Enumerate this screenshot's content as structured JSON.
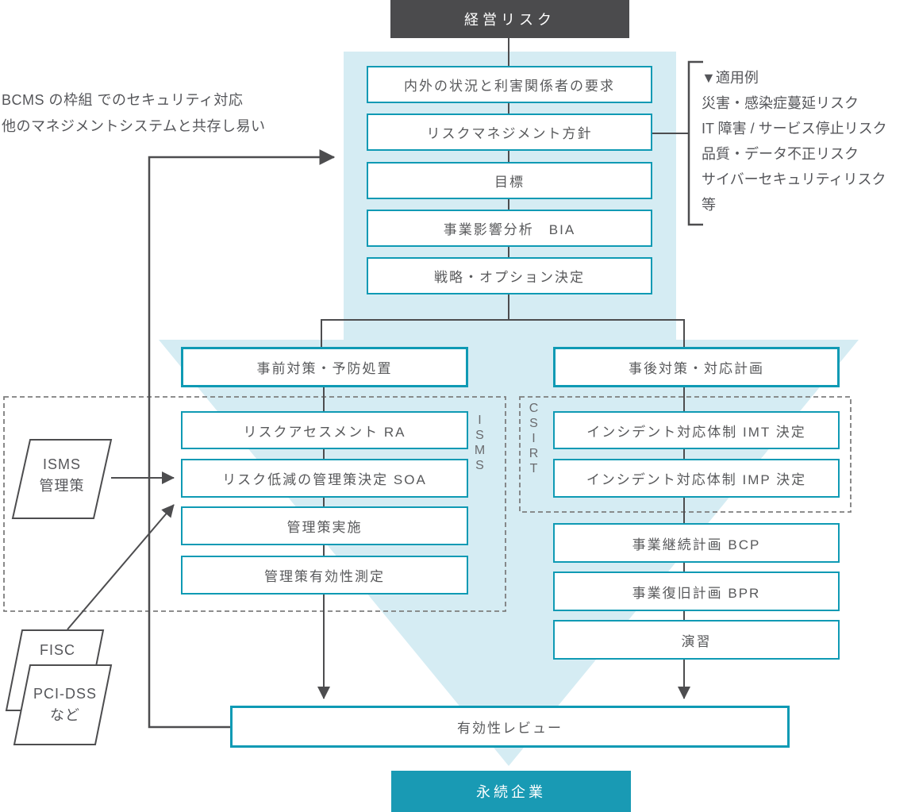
{
  "diagram": {
    "root": "経営リスク",
    "goal": "永続企業",
    "review": "有効性レビュー",
    "note_left": {
      "line1": "BCMS の枠組 でのセキュリティ対応",
      "line2": "他のマネジメントシステムと共存し易い"
    },
    "examples": {
      "header": "▼適用例",
      "items": [
        "災害・感染症蔓延リスク",
        "IT 障害 / サービス停止リスク",
        "品質・データ不正リスク",
        "サイバーセキュリティリスク",
        "等"
      ]
    },
    "top_flow": [
      "内外の状況と利害関係者の要求",
      "リスクマネジメント方針",
      "目標",
      "事業影響分析　BIA",
      "戦略・オプション決定"
    ],
    "pre_branch": {
      "header": "事前対策・予防処置",
      "group_label": "ISMS",
      "steps": [
        "リスクアセスメント RA",
        "リスク低減の管理策決定 SOA",
        "管理策実施",
        "管理策有効性測定"
      ]
    },
    "post_branch": {
      "header": "事後対策・対応計画",
      "group_label": "CSIRT",
      "csirt_steps": [
        "インシデント対応体制 IMT 決定",
        "インシデント対応体制 IMP 決定"
      ],
      "steps": [
        "事業継続計画 BCP",
        "事業復旧計画 BPR",
        "演習"
      ]
    },
    "sources": {
      "isms": {
        "line1": "ISMS",
        "line2": "管理策"
      },
      "fisc": "FISC",
      "pci": {
        "line1": "PCI-DSS",
        "line2": "など"
      }
    },
    "colors": {
      "accent_teal": "#0f9ab4",
      "goal_teal": "#199ab4",
      "light_blue_arrow": "#d5ecf3",
      "dark_box": "#4b4b4d",
      "line_gray": "#4d4d4f",
      "dashed_gray": "#7e7e7e",
      "text_gray": "#58595b"
    }
  }
}
